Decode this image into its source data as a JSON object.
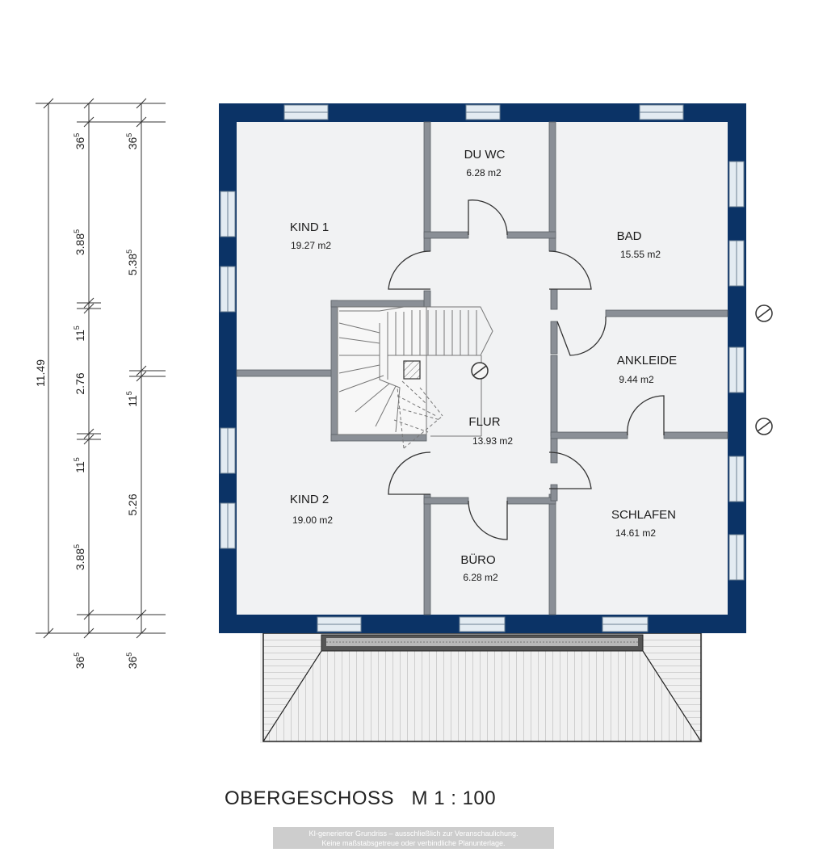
{
  "title": "OBERGESCHOSS   M 1 : 100",
  "colors": {
    "wall": "#0b3366",
    "inner_wall": "#8a8f96",
    "floor": "#f1f2f3",
    "window": "#dfe8f0"
  },
  "rooms": [
    {
      "name": "KIND 1",
      "area": "19.27 m2"
    },
    {
      "name": "DU WC",
      "area": "6.28 m2"
    },
    {
      "name": "BAD",
      "area": "15.55 m2"
    },
    {
      "name": "ANKLEIDE",
      "area": "9.44 m2"
    },
    {
      "name": "FLUR",
      "area": "13.93 m2"
    },
    {
      "name": "KIND 2",
      "area": "19.00 m2"
    },
    {
      "name": "BÜRO",
      "area": "6.28 m2"
    },
    {
      "name": "SCHLAFEN",
      "area": "14.61 m2"
    }
  ],
  "dimensions": {
    "total": "11.49",
    "col1": [
      {
        "main": "36",
        "sup": "5"
      },
      {
        "main": "3.88",
        "sup": "5"
      },
      {
        "main": "11",
        "sup": "5"
      },
      {
        "main": "2.76",
        "sup": ""
      },
      {
        "main": "11",
        "sup": "5"
      },
      {
        "main": "3.88",
        "sup": "5"
      },
      {
        "main": "36",
        "sup": "5"
      }
    ],
    "col2": [
      {
        "main": "36",
        "sup": "5"
      },
      {
        "main": "5.38",
        "sup": "5"
      },
      {
        "main": "11",
        "sup": "5"
      },
      {
        "main": "5.26",
        "sup": ""
      },
      {
        "main": "36",
        "sup": "5"
      }
    ]
  },
  "disclaimer": {
    "line1": "KI-generierter Grundriss – ausschließlich zur Veranschaulichung.",
    "line2": "Keine maßstabsgetreue oder verbindliche Planunterlage."
  }
}
